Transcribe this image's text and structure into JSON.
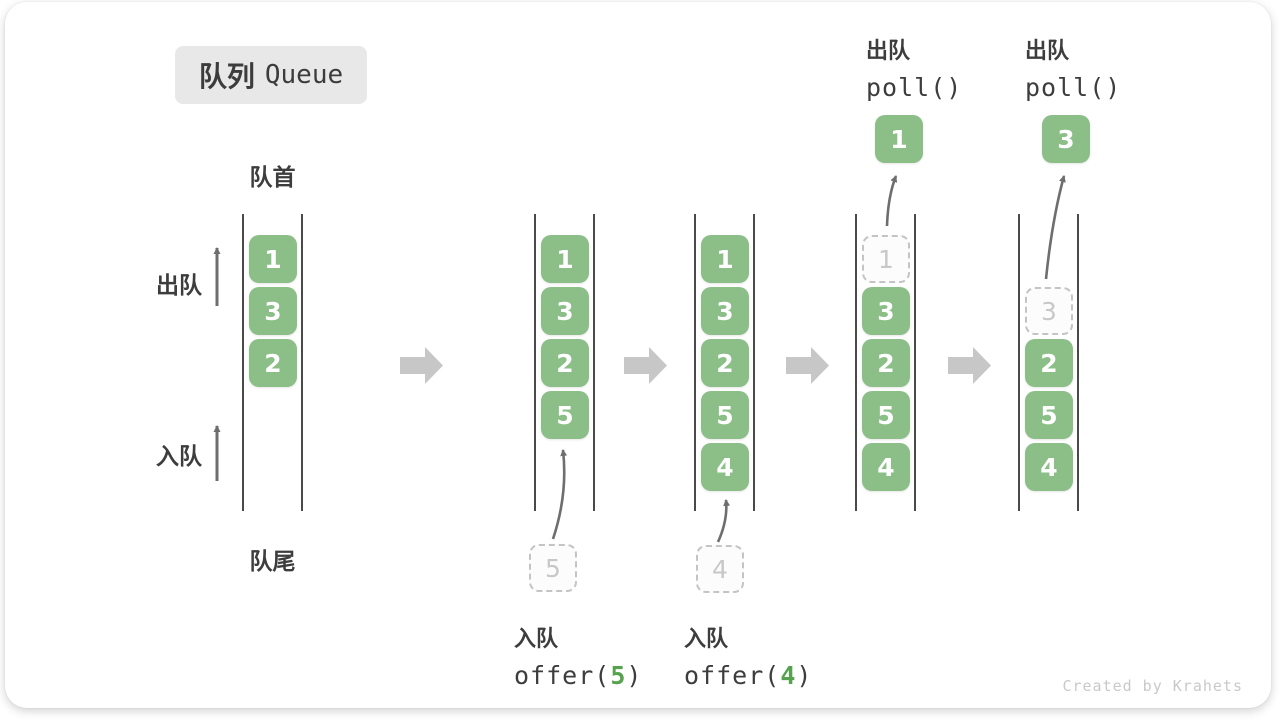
{
  "title": {
    "zh": "队列",
    "en": "Queue"
  },
  "labels": {
    "front": "队首",
    "rear": "队尾",
    "dequeue": "出队",
    "enqueue": "入队"
  },
  "states": [
    {
      "name": "initial-queue",
      "boxes": [
        {
          "slot": 0,
          "value": "1",
          "type": "solid"
        },
        {
          "slot": 1,
          "value": "3",
          "type": "solid"
        },
        {
          "slot": 2,
          "value": "2",
          "type": "solid"
        }
      ]
    },
    {
      "name": "after-offer-5",
      "boxes": [
        {
          "slot": 0,
          "value": "1",
          "type": "solid"
        },
        {
          "slot": 1,
          "value": "3",
          "type": "solid"
        },
        {
          "slot": 2,
          "value": "2",
          "type": "solid"
        },
        {
          "slot": 3,
          "value": "5",
          "type": "solid"
        }
      ]
    },
    {
      "name": "after-offer-4",
      "boxes": [
        {
          "slot": 0,
          "value": "1",
          "type": "solid"
        },
        {
          "slot": 1,
          "value": "3",
          "type": "solid"
        },
        {
          "slot": 2,
          "value": "2",
          "type": "solid"
        },
        {
          "slot": 3,
          "value": "5",
          "type": "solid"
        },
        {
          "slot": 4,
          "value": "4",
          "type": "solid"
        }
      ]
    },
    {
      "name": "after-poll-1",
      "boxes": [
        {
          "slot": 0,
          "value": "1",
          "type": "dashed"
        },
        {
          "slot": 1,
          "value": "3",
          "type": "solid"
        },
        {
          "slot": 2,
          "value": "2",
          "type": "solid"
        },
        {
          "slot": 3,
          "value": "5",
          "type": "solid"
        },
        {
          "slot": 4,
          "value": "4",
          "type": "solid"
        }
      ]
    },
    {
      "name": "after-poll-3",
      "boxes": [
        {
          "slot": 1,
          "value": "3",
          "type": "dashed"
        },
        {
          "slot": 2,
          "value": "2",
          "type": "solid"
        },
        {
          "slot": 3,
          "value": "5",
          "type": "solid"
        },
        {
          "slot": 4,
          "value": "4",
          "type": "solid"
        }
      ]
    }
  ],
  "floating_boxes": [
    {
      "id": "enq5",
      "value": "5",
      "type": "dashed",
      "name": "enqueue-value-5-box"
    },
    {
      "id": "enq4",
      "value": "4",
      "type": "dashed",
      "name": "enqueue-value-4-box"
    },
    {
      "id": "poll1",
      "value": "1",
      "type": "solid",
      "name": "polled-value-1-box"
    },
    {
      "id": "poll3",
      "value": "3",
      "type": "solid",
      "name": "polled-value-3-box"
    }
  ],
  "operations": {
    "offer5": {
      "zh": "入队",
      "code_before": "offer(",
      "arg": "5",
      "code_after": ")"
    },
    "offer4": {
      "zh": "入队",
      "code_before": "offer(",
      "arg": "4",
      "code_after": ")"
    },
    "poll_a": {
      "zh": "出队",
      "code": "poll()"
    },
    "poll_b": {
      "zh": "出队",
      "code": "poll()"
    }
  },
  "watermark": "Created by Krahets",
  "colors": {
    "box_green": "#8cbe88",
    "accent_green": "#57a24e",
    "block_arrow_gray": "#c7c7c7",
    "thin_arrow_gray": "#6e6e6e",
    "wall_line": "#4a4a4a",
    "badge_bg": "#e8e8e8",
    "dark_text": "#3d3d3d"
  }
}
